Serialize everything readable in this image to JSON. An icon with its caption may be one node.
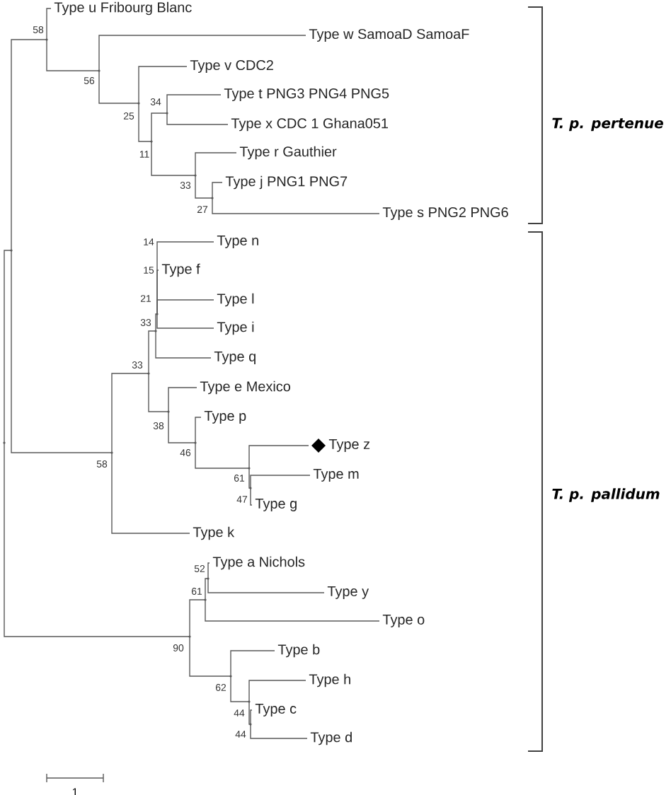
{
  "diagram": {
    "nodes": [
      {
        "text": [
          "Type u Fribourg Blanc"
        ]
      },
      {
        "text": [
          "Type w SamoaD SamoaF"
        ]
      },
      {
        "text": [
          "Type v CDC2"
        ]
      },
      {
        "text": [
          "Type t PNG3 PNG4 PNG5"
        ]
      },
      {
        "text": [
          "Type x CDC 1 Ghana051"
        ]
      },
      {
        "text": [
          "Type r Gauthier"
        ]
      },
      {
        "text": [
          "Type j PNG1 PNG7"
        ]
      },
      {
        "text": [
          "Type s PNG2 PNG6"
        ]
      },
      {
        "text": [
          "Type n"
        ]
      },
      {
        "text": [
          "Type f"
        ]
      },
      {
        "text": [
          "Type l"
        ]
      },
      {
        "text": [
          "Type i"
        ]
      },
      {
        "text": [
          "Type q"
        ]
      },
      {
        "text": [
          "Type e Mexico"
        ]
      },
      {
        "text": [
          "Type p"
        ]
      },
      {
        "text": [
          "Type z"
        ]
      },
      {
        "text": [
          "Type m"
        ]
      },
      {
        "text": [
          "Type g"
        ]
      },
      {
        "text": [
          "Type k"
        ]
      },
      {
        "text": [
          "Type a Nichols"
        ]
      },
      {
        "text": [
          "Type y"
        ]
      },
      {
        "text": [
          "Type o"
        ]
      },
      {
        "text": [
          "Type b"
        ]
      },
      {
        "text": [
          "Type h"
        ]
      },
      {
        "text": [
          "Type c"
        ]
      },
      {
        "text": [
          "Type d"
        ]
      },
      {
        "text": [],
        "shape": "point"
      },
      {
        "text": [],
        "shape": "point"
      },
      {
        "text": [],
        "shape": "point"
      },
      {
        "text": [],
        "shape": "point"
      },
      {
        "text": [],
        "shape": "point"
      },
      {
        "text": [],
        "shape": "point"
      },
      {
        "text": [],
        "shape": "point"
      },
      {
        "text": [],
        "shape": "point"
      },
      {
        "text": [],
        "shape": "point"
      },
      {
        "text": [],
        "shape": "point"
      },
      {
        "text": [],
        "shape": "point"
      },
      {
        "text": [],
        "shape": "point"
      },
      {
        "text": [],
        "shape": "point"
      },
      {
        "text": [],
        "shape": "point"
      },
      {
        "text": [],
        "shape": "point"
      },
      {
        "text": [],
        "shape": "point"
      },
      {
        "text": [],
        "shape": "point"
      },
      {
        "text": [],
        "shape": "point"
      },
      {
        "text": [],
        "shape": "point"
      },
      {
        "text": [],
        "shape": "point"
      },
      {
        "text": [],
        "shape": "point"
      },
      {
        "text": [],
        "shape": "point"
      },
      {
        "text": [],
        "shape": "point"
      }
    ],
    "edges": [
      {
        "from": 38,
        "to": 33,
        "arrow": "none"
      },
      {
        "from": 38,
        "to": 45,
        "arrow": "none"
      },
      {
        "from": 33,
        "to": 26,
        "arrow": "none"
      },
      {
        "from": 33,
        "to": 40,
        "arrow": "none"
      },
      {
        "from": 26,
        "to": 0,
        "arrow": "none"
      },
      {
        "from": 26,
        "to": 27,
        "arrow": "none"
      },
      {
        "from": 27,
        "to": 1,
        "arrow": "none"
      },
      {
        "from": 27,
        "to": 28,
        "arrow": "none"
      },
      {
        "from": 28,
        "to": 2,
        "arrow": "none"
      },
      {
        "from": 28,
        "to": 30,
        "arrow": "none"
      },
      {
        "from": 30,
        "to": 29,
        "arrow": "none"
      },
      {
        "from": 30,
        "to": 31,
        "arrow": "none"
      },
      {
        "from": 29,
        "to": 3,
        "arrow": "none"
      },
      {
        "from": 29,
        "to": 4,
        "arrow": "none"
      },
      {
        "from": 31,
        "to": 5,
        "arrow": "none"
      },
      {
        "from": 31,
        "to": 32,
        "arrow": "none"
      },
      {
        "from": 32,
        "to": 6,
        "arrow": "none"
      },
      {
        "from": 32,
        "to": 7,
        "arrow": "none"
      },
      {
        "from": 40,
        "to": 36,
        "arrow": "none"
      },
      {
        "from": 40,
        "to": 18,
        "arrow": "none"
      },
      {
        "from": 36,
        "to": 35,
        "arrow": "none"
      },
      {
        "from": 36,
        "to": 37,
        "arrow": "none"
      },
      {
        "from": 35,
        "to": 34,
        "arrow": "none"
      },
      {
        "from": 35,
        "to": 12,
        "arrow": "none"
      },
      {
        "from": 34,
        "to": 8,
        "arrow": "none"
      },
      {
        "from": 34,
        "to": 9,
        "arrow": "none"
      },
      {
        "from": 34,
        "to": 10,
        "arrow": "none"
      },
      {
        "from": 34,
        "to": 11,
        "arrow": "none"
      },
      {
        "from": 37,
        "to": 13,
        "arrow": "none"
      },
      {
        "from": 37,
        "to": 39,
        "arrow": "none"
      },
      {
        "from": 39,
        "to": 14,
        "arrow": "none"
      },
      {
        "from": 39,
        "to": 41,
        "arrow": "none"
      },
      {
        "from": 41,
        "to": 15,
        "arrow": "none"
      },
      {
        "from": 41,
        "to": 42,
        "arrow": "none"
      },
      {
        "from": 42,
        "to": 16,
        "arrow": "none"
      },
      {
        "from": 42,
        "to": 17,
        "arrow": "none"
      },
      {
        "from": 45,
        "to": 44,
        "arrow": "none"
      },
      {
        "from": 45,
        "to": 46,
        "arrow": "none"
      },
      {
        "from": 44,
        "to": 43,
        "arrow": "none"
      },
      {
        "from": 44,
        "to": 21,
        "arrow": "none"
      },
      {
        "from": 43,
        "to": 19,
        "arrow": "none"
      },
      {
        "from": 43,
        "to": 20,
        "arrow": "none"
      },
      {
        "from": 46,
        "to": 22,
        "arrow": "none"
      },
      {
        "from": 46,
        "to": 47,
        "arrow": "none"
      },
      {
        "from": 47,
        "to": 23,
        "arrow": "none"
      },
      {
        "from": 47,
        "to": 48,
        "arrow": "none"
      },
      {
        "from": 48,
        "to": 24,
        "arrow": "none"
      },
      {
        "from": 48,
        "to": 25,
        "arrow": "none"
      }
    ],
    "labels": [
      "58",
      "56",
      "34",
      "25",
      "11",
      "33",
      "27",
      "14",
      "15",
      "21",
      "33",
      "33",
      "38",
      "46",
      "58",
      "61",
      "47",
      "52",
      "61",
      "90",
      "62",
      "44",
      "44",
      "T. p. pertenue",
      "T. p. pallidum",
      "1"
    ]
  }
}
